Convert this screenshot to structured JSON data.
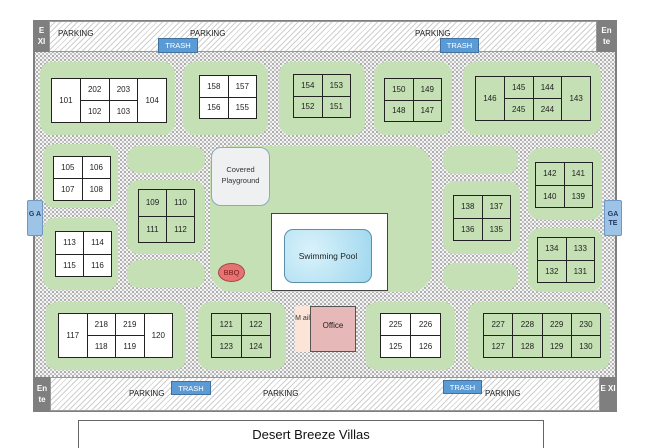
{
  "title": "Desert Breeze Villas",
  "top_strip": {
    "exit_label": "E XI",
    "enter_label": "En te",
    "parking_labels": [
      "PARKING",
      "PARKING",
      "PARKING"
    ],
    "trash_labels": [
      "TRASH",
      "TRASH"
    ]
  },
  "bottom_strip": {
    "enter_label": "En te",
    "exit_label": "E XI",
    "parking_labels": [
      "PARKING",
      "PARKING",
      "PARKING"
    ],
    "trash_labels": [
      "TRASH",
      "TRASH"
    ]
  },
  "gates": {
    "left": "G A",
    "right": "GA TE"
  },
  "amenities": {
    "playground": "Covered Playground",
    "pool": "Swimming Pool",
    "bbq": "BBQ",
    "mail": "M ail",
    "office": "Office"
  },
  "colors": {
    "lawn": "#c5e0b4",
    "trash": "#5b9bd5",
    "pool": "#bfe6f5",
    "office": "#e6b8b7",
    "mail": "#fce4d6",
    "bbq": "#e57373"
  },
  "buildings": [
    {
      "id": "b101",
      "fill": "white",
      "columns": [
        [
          "101"
        ],
        [
          "202",
          "102"
        ],
        [
          "203",
          "103"
        ],
        [
          "104"
        ]
      ]
    },
    {
      "id": "b158",
      "fill": "white",
      "columns": [
        [
          "158",
          "156"
        ],
        [
          "157",
          "155"
        ]
      ]
    },
    {
      "id": "b154",
      "fill": "green",
      "columns": [
        [
          "154",
          "152"
        ],
        [
          "153",
          "151"
        ]
      ]
    },
    {
      "id": "b150",
      "fill": "green",
      "columns": [
        [
          "150",
          "148"
        ],
        [
          "149",
          "147"
        ]
      ]
    },
    {
      "id": "b146",
      "fill": "green",
      "columns": [
        [
          "146"
        ],
        [
          "145",
          "245"
        ],
        [
          "144",
          "244"
        ],
        [
          "143"
        ]
      ]
    },
    {
      "id": "b105",
      "fill": "white",
      "columns": [
        [
          "105",
          "107"
        ],
        [
          "106",
          "108"
        ]
      ]
    },
    {
      "id": "b113",
      "fill": "white",
      "columns": [
        [
          "113",
          "115"
        ],
        [
          "114",
          "116"
        ]
      ]
    },
    {
      "id": "b109",
      "fill": "green",
      "columns": [
        [
          "109",
          "111"
        ],
        [
          "110",
          "112"
        ]
      ]
    },
    {
      "id": "b138",
      "fill": "green",
      "columns": [
        [
          "138",
          "136"
        ],
        [
          "137",
          "135"
        ]
      ]
    },
    {
      "id": "b142",
      "fill": "green",
      "columns": [
        [
          "142",
          "140"
        ],
        [
          "141",
          "139"
        ]
      ]
    },
    {
      "id": "b134",
      "fill": "green",
      "columns": [
        [
          "134",
          "132"
        ],
        [
          "133",
          "131"
        ]
      ]
    },
    {
      "id": "b117",
      "fill": "white",
      "columns": [
        [
          "117"
        ],
        [
          "218",
          "118"
        ],
        [
          "219",
          "119"
        ],
        [
          "120"
        ]
      ]
    },
    {
      "id": "b121",
      "fill": "green",
      "columns": [
        [
          "121",
          "123"
        ],
        [
          "122",
          "124"
        ]
      ]
    },
    {
      "id": "b225",
      "fill": "white",
      "columns": [
        [
          "225",
          "125"
        ],
        [
          "226",
          "126"
        ]
      ]
    },
    {
      "id": "b227",
      "fill": "green",
      "columns": [
        [
          "227",
          "127"
        ],
        [
          "228",
          "128"
        ],
        [
          "229",
          "129"
        ],
        [
          "230",
          "130"
        ]
      ]
    }
  ]
}
